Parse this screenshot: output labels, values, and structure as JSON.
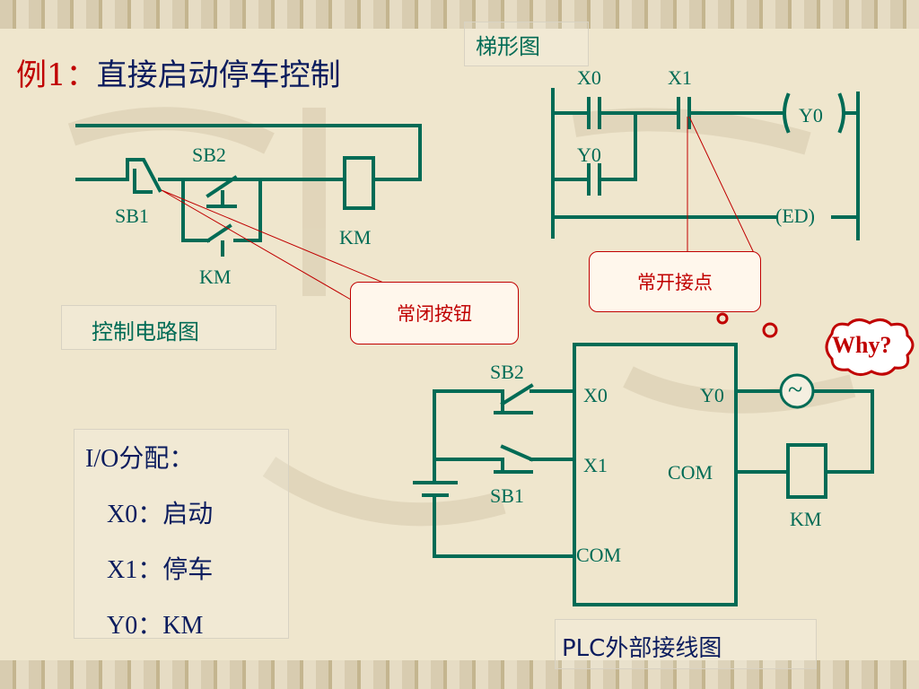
{
  "title": {
    "prefix": "例1：",
    "text": "直接启动停车控制"
  },
  "control_circuit": {
    "label": "控制电路图",
    "sb2": "SB2",
    "sb1": "SB1",
    "km_contact": "KM",
    "km_coil": "KM"
  },
  "callouts": {
    "nc_button": "常闭按钮",
    "no_contact": "常开接点"
  },
  "ladder": {
    "label": "梯形图",
    "x0": "X0",
    "x1": "X1",
    "y0_contact": "Y0",
    "y0_coil": "Y0",
    "end": "(ED)"
  },
  "plc_wiring": {
    "label": "PLC外部接线图",
    "sb2": "SB2",
    "sb1": "SB1",
    "x0": "X0",
    "x1": "X1",
    "com_in": "COM",
    "y0": "Y0",
    "com_out": "COM",
    "km": "KM",
    "ac_symbol": "~"
  },
  "io_assignment": {
    "heading": "I/O分配：",
    "lines": [
      "X0：启动",
      "X1：停车",
      "Y0：KM"
    ]
  },
  "why_bubble": "Why?",
  "colors": {
    "line": "#006b55",
    "accent": "#c00000",
    "title": "#0b1c5e"
  }
}
